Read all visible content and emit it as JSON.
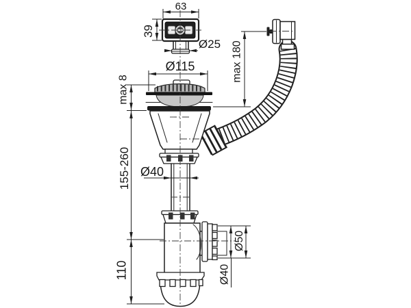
{
  "drawing": {
    "kind": "sink-drain-trap-technical-drawing",
    "colors": {
      "line": "#1f1f1f",
      "background": "#ffffff",
      "metal_gray": "#b4b4b4",
      "bowl_gray": "#c6c6c6",
      "gasket_dark": "#1c1c1c"
    },
    "dims": {
      "overflow_face_width": "63",
      "overflow_face_height": "39",
      "overflow_spigot_diameter": "Ø25",
      "strainer_diameter": "Ø115",
      "deck_thickness_max": "max 8",
      "overflow_height_max": "max 180",
      "tailpipe_length_range": "155-260",
      "tailpipe_diameter": "Ø40",
      "trap_depth": "110",
      "outlet_nut_diameter": "Ø50",
      "outlet_diameter": "Ø40"
    }
  }
}
